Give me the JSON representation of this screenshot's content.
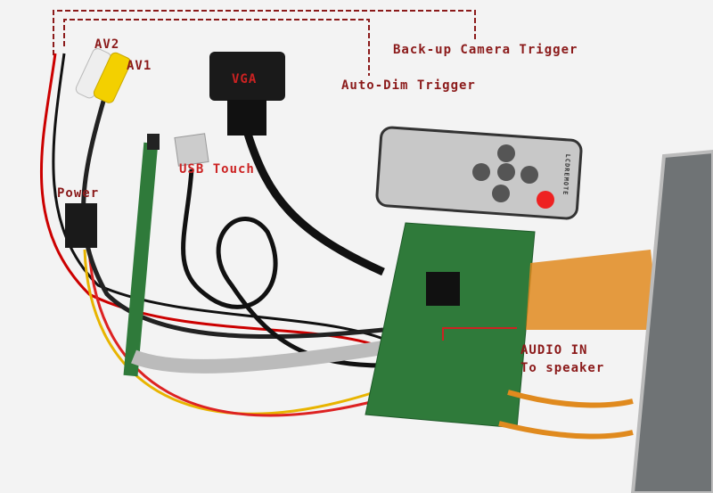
{
  "labels": {
    "av2": "AV2",
    "av1": "AV1",
    "vga": "VGA",
    "backup_camera": "Back-up Camera Trigger",
    "auto_dim": "Auto-Dim Trigger",
    "usb_touch": "USB Touch",
    "power": "Power",
    "audio_in": "AUDIO IN",
    "to_speaker": "To speaker",
    "remote_brand": "LCDREMOTE"
  },
  "colors": {
    "label": "#8b1a1a",
    "pcb": "#2f7a3a",
    "flex": "#e08a1e"
  }
}
